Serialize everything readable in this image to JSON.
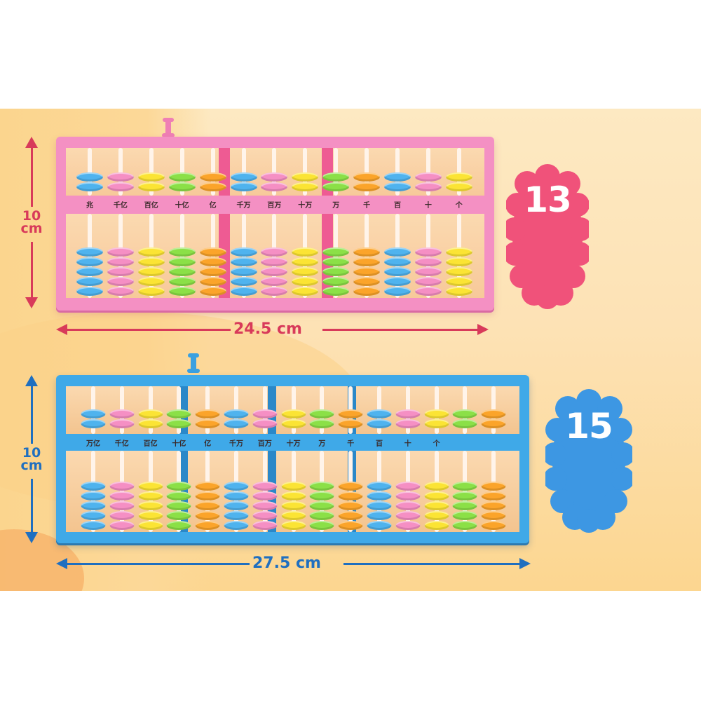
{
  "colors": {
    "pink_frame": "#f490c3",
    "blue_frame": "#3fa9e8",
    "pink_dimension": "#d83a5a",
    "blue_dimension": "#1f6fc0",
    "badge_pink": "#f0527a",
    "badge_blue": "#3d97e3",
    "bead_blue": "#4fb3ee",
    "bead_pink": "#f58fc4",
    "bead_yellow": "#fbe434",
    "bead_green": "#8be047",
    "bead_orange": "#fba42a"
  },
  "abacus_13": {
    "rod_count": "13",
    "badge_number": "13",
    "height_value": "10",
    "height_unit": "cm",
    "width_label": "24.5 cm",
    "place_labels": [
      "兆",
      "千亿",
      "百亿",
      "十亿",
      "亿",
      "千万",
      "百万",
      "十万",
      "万",
      "千",
      "百",
      "十",
      "个"
    ],
    "bead_colors": [
      "blue",
      "pink",
      "yellow",
      "green",
      "orange",
      "blue",
      "pink",
      "yellow",
      "green",
      "orange",
      "blue",
      "pink",
      "yellow"
    ],
    "upper_beads_per_rod": 2,
    "lower_beads_per_rod": 5
  },
  "abacus_15": {
    "rod_count": "15",
    "badge_number": "15",
    "height_value": "10",
    "height_unit": "cm",
    "width_label": "27.5 cm",
    "place_labels": [
      "万亿",
      "千亿",
      "百亿",
      "十亿",
      "亿",
      "千万",
      "百万",
      "十万",
      "万",
      "千",
      "百",
      "十",
      "个"
    ],
    "bead_colors": [
      "blue",
      "pink",
      "yellow",
      "green",
      "orange",
      "blue",
      "pink",
      "yellow",
      "green",
      "orange",
      "blue",
      "pink",
      "yellow",
      "green",
      "orange"
    ],
    "upper_beads_per_rod": 2,
    "lower_beads_per_rod": 5
  }
}
